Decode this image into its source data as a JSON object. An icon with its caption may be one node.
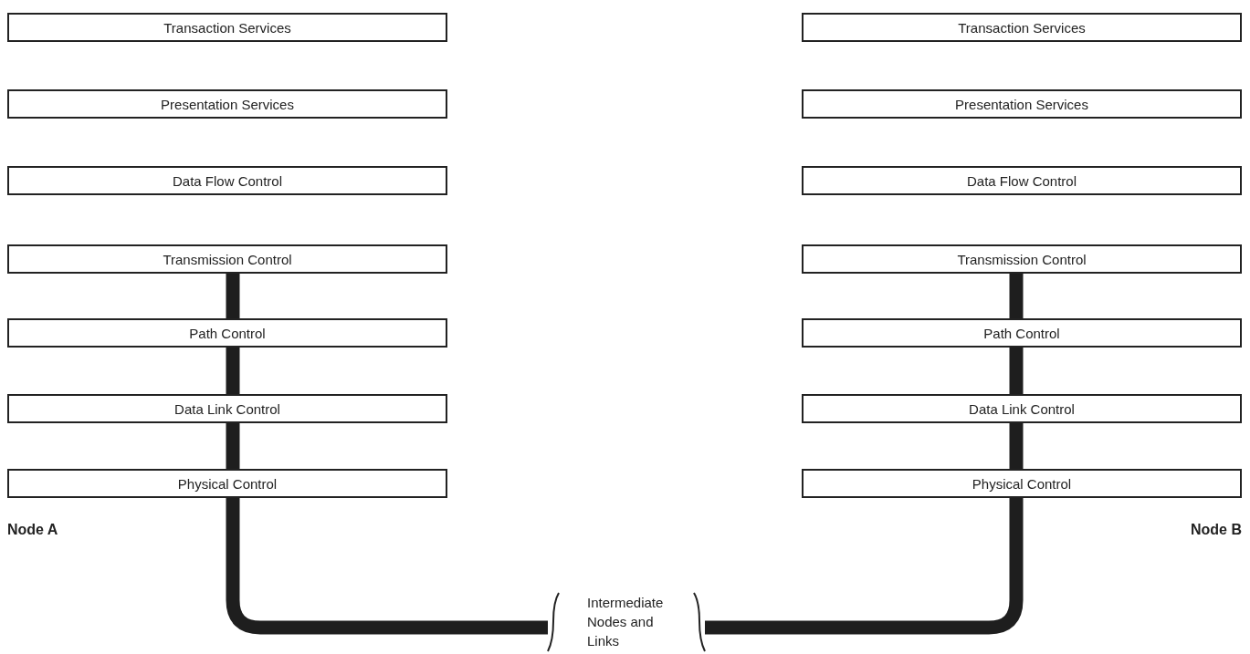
{
  "diagram": {
    "nodes": [
      {
        "text": [
          "Transaction Services"
        ]
      },
      {
        "text": [
          "Presentation Services"
        ]
      },
      {
        "text": [
          "Data Flow Control"
        ]
      },
      {
        "text": [
          "Transmission Control"
        ]
      },
      {
        "text": [
          "Path Control"
        ]
      },
      {
        "text": [
          "Data Link Control"
        ]
      },
      {
        "text": [
          "Physical Control"
        ]
      },
      {
        "text": [
          "Transaction Services"
        ]
      },
      {
        "text": [
          "Presentation Services"
        ]
      },
      {
        "text": [
          "Data Flow Control"
        ]
      },
      {
        "text": [
          "Transmission Control"
        ]
      },
      {
        "text": [
          "Path Control"
        ]
      },
      {
        "text": [
          "Data Link Control"
        ]
      },
      {
        "text": [
          "Physical Control"
        ]
      },
      {
        "text": [
          "Intermediate Nodes and Links"
        ]
      }
    ],
    "edges": [
      {
        "from": 3,
        "to": 4,
        "arrow": "none"
      },
      {
        "from": 4,
        "to": 5,
        "arrow": "none"
      },
      {
        "from": 5,
        "to": 6,
        "arrow": "none"
      },
      {
        "from": 6,
        "to": 14,
        "arrow": "none"
      },
      {
        "from": 14,
        "to": 13,
        "arrow": "none"
      },
      {
        "from": 13,
        "to": 12,
        "arrow": "none"
      },
      {
        "from": 12,
        "to": 11,
        "arrow": "none"
      },
      {
        "from": 11,
        "to": 10,
        "arrow": "none"
      }
    ],
    "labels": [
      "Node A",
      "Node B"
    ]
  }
}
